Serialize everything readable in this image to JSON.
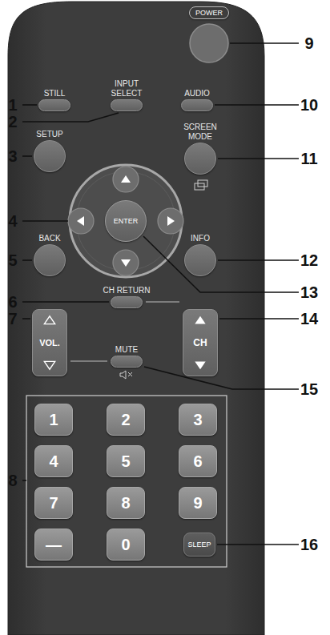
{
  "diagram": {
    "nodes": [
      {
        "text": [
          "POWER"
        ]
      },
      {
        "text": [
          "STILL"
        ]
      },
      {
        "text": [
          "INPUT SELECT"
        ]
      },
      {
        "text": [
          "AUDIO"
        ]
      },
      {
        "text": [
          "SETUP"
        ]
      },
      {
        "text": [
          "SCREEN MODE"
        ]
      },
      {
        "text": [
          "ENTER"
        ]
      },
      {
        "text": [
          "BACK"
        ]
      },
      {
        "text": [
          "INFO"
        ]
      },
      {
        "text": [
          "CH RETURN"
        ]
      },
      {
        "text": [
          "VOL."
        ]
      },
      {
        "text": [
          "MUTE"
        ]
      },
      {
        "text": [
          "CH"
        ]
      },
      {
        "text": [
          "1"
        ]
      },
      {
        "text": [
          "2"
        ]
      },
      {
        "text": [
          "3"
        ]
      },
      {
        "text": [
          "4"
        ]
      },
      {
        "text": [
          "5"
        ]
      },
      {
        "text": [
          "6"
        ]
      },
      {
        "text": [
          "7"
        ]
      },
      {
        "text": [
          "8"
        ]
      },
      {
        "text": [
          "9"
        ]
      },
      {
        "text": [
          "—"
        ]
      },
      {
        "text": [
          "0"
        ]
      },
      {
        "text": [
          "SLEEP"
        ]
      }
    ],
    "labels": [
      "1",
      "2",
      "3",
      "4",
      "5",
      "6",
      "7",
      "8",
      "9",
      "10",
      "11",
      "12",
      "13",
      "14",
      "15",
      "16"
    ]
  }
}
